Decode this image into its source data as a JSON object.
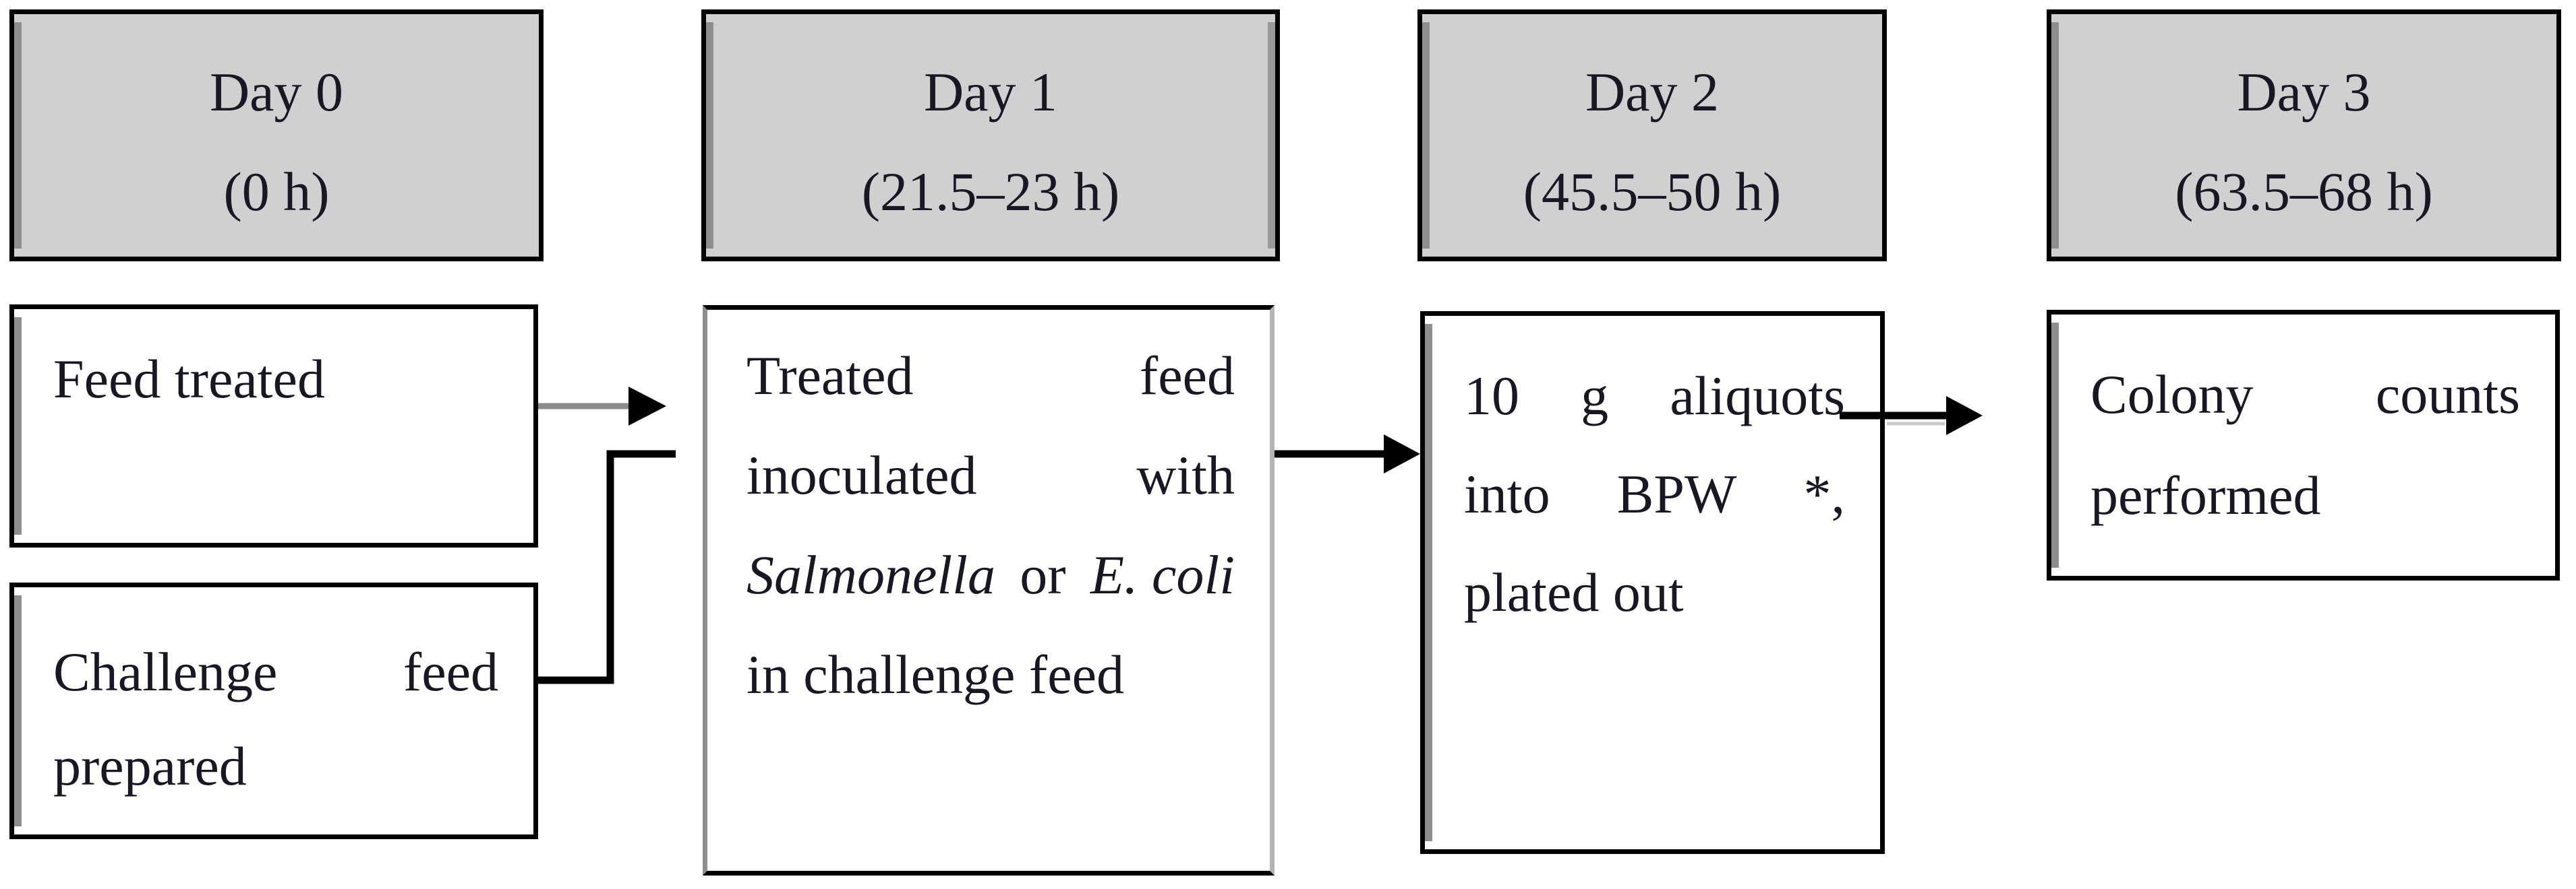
{
  "colors": {
    "header_bg": "#d0d0d0",
    "box_border": "#000000",
    "shadow_gray": "#8e8e8e",
    "text": "#181824",
    "connector_black": "#000000",
    "connector_gray": "#8a8a8a",
    "connector_light": "#c9c9c9"
  },
  "headers": [
    {
      "day": "Day 0",
      "time": "(0 h)"
    },
    {
      "day": "Day 1",
      "time": "(21.5–23 h)"
    },
    {
      "day": "Day 2",
      "time": "(45.5–50 h)"
    },
    {
      "day": "Day 3",
      "time": "(63.5–68 h)"
    }
  ],
  "steps": {
    "feed_treated": {
      "line1": "Feed treated"
    },
    "challenge_feed": {
      "l1a": "Challenge",
      "l1b": "feed",
      "l2": "prepared"
    },
    "inoculated": {
      "l1a": "Treated",
      "l1b": "feed",
      "l2a": "inoculated",
      "l2b": "with",
      "l3a": "Salmonella",
      "l3b": "or",
      "l3c": "E. coli",
      "l4": "in challenge feed"
    },
    "aliquots": {
      "l1a": "10",
      "l1b": "g",
      "l1c": "aliquots",
      "l2a": "into",
      "l2b": "BPW",
      "l2c": "*,",
      "l3": "plated out"
    },
    "colony": {
      "l1a": "Colony",
      "l1b": "counts",
      "l2": "performed"
    }
  }
}
